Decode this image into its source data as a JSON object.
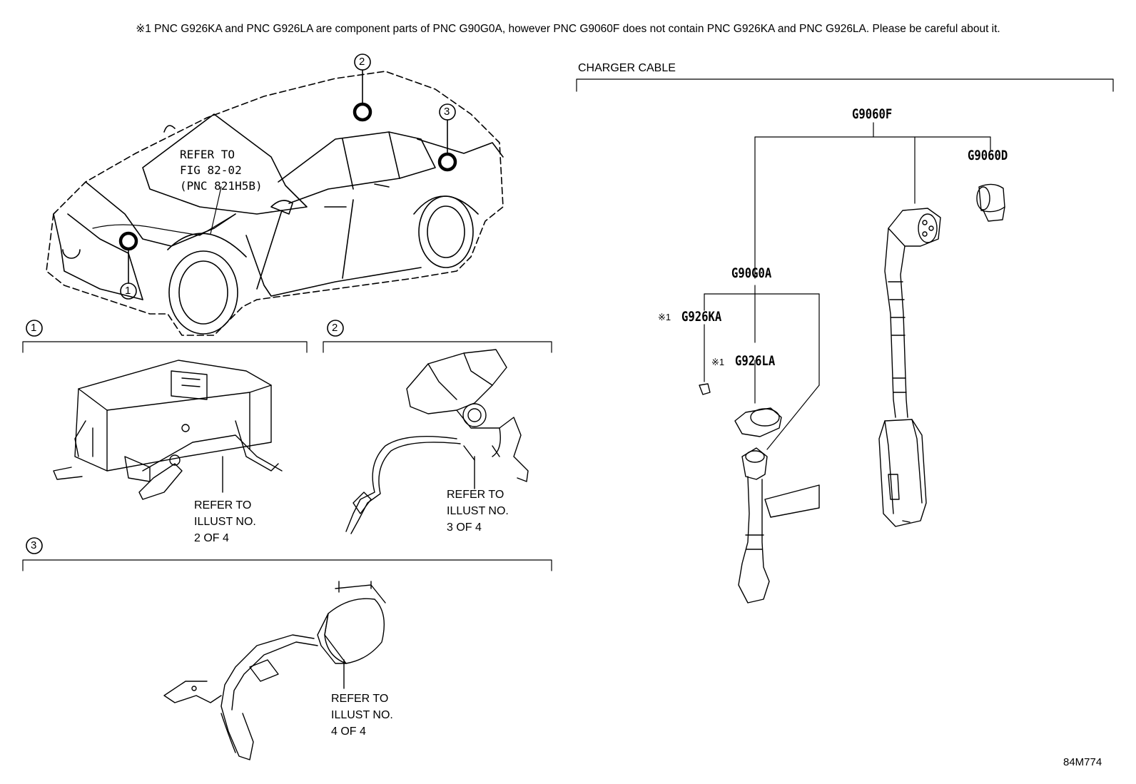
{
  "note": "※1 PNC G926KA and PNC G926LA are component parts of PNC G90G0A, however PNC G9060F does not contain PNC G926KA and PNC G926LA. Please be careful about it.",
  "car_refer": [
    "REFER TO",
    "FIG 82-02",
    "(PNC 821H5B)"
  ],
  "callouts": [
    "1",
    "2",
    "3"
  ],
  "section1": {
    "num": "1",
    "refer": [
      "REFER TO",
      "ILLUST NO.",
      "2 OF 4"
    ]
  },
  "section2": {
    "num": "2",
    "refer": [
      "REFER TO",
      "ILLUST NO.",
      "3 OF 4"
    ]
  },
  "section3": {
    "num": "3",
    "refer": [
      "REFER TO",
      "ILLUST NO.",
      "4 OF 4"
    ]
  },
  "charger": {
    "title": "CHARGER CABLE",
    "parts": {
      "g9060f": "G9060F",
      "g9060d": "G9060D",
      "g90g0a": "G90G0A",
      "g926ka_mark": "※1",
      "g926ka": "G926KA",
      "g926la_mark": "※1",
      "g926la": "G926LA"
    }
  },
  "figure_id": "84M774"
}
